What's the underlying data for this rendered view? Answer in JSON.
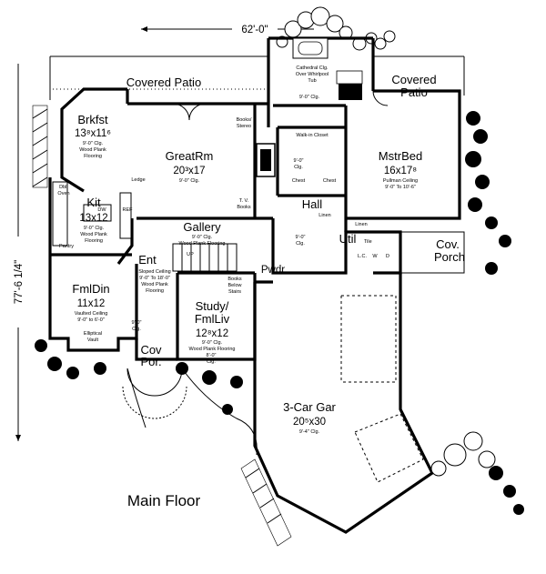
{
  "dimensions": {
    "width_total": "62'-0\"",
    "depth_total": "77'-6 1/4\""
  },
  "caption": "Main Floor",
  "rooms": {
    "covered_patio_left": {
      "name": "Covered Patio"
    },
    "covered_patio_right": {
      "name_line1": "Covered",
      "name_line2": "Patio"
    },
    "brkfst": {
      "name": "Brkfst",
      "size": "13⁸x11⁶",
      "note1": "9'-0\" Clg.",
      "note2": "Wood Plank",
      "note3": "Flooring"
    },
    "greatrm": {
      "name": "GreatRm",
      "size": "20³x17",
      "note1": "9'-0\" Clg."
    },
    "kit": {
      "name": "Kit",
      "size": "13x12",
      "note1": "9'-0\" Clg.",
      "note2": "Wood Plank",
      "note3": "Flooring"
    },
    "fmldin": {
      "name": "FmlDin",
      "size": "11x12",
      "note1": "Vaulted Ceiling",
      "note2": "9'-0\" to 6'-0\""
    },
    "mstrbed": {
      "name": "MstrBed",
      "size": "16x17⁸",
      "note1": "Pullman Ceiling",
      "note2": "9'-0\" To 10'-6\""
    },
    "gallery": {
      "name": "Gallery",
      "note1": "9'-0\" Clg.",
      "note2": "Wood Plank Flooring"
    },
    "hall": {
      "name": "Hall"
    },
    "util": {
      "name": "Util",
      "note1": "Tile"
    },
    "cov_porch": {
      "name_line1": "Cov.",
      "name_line2": "Porch"
    },
    "ent": {
      "name": "Ent",
      "note1": "Sloped Ceiling",
      "note2": "9'-0\" To 18'-0\"",
      "note3": "Wood Plank",
      "note4": "Flooring"
    },
    "study": {
      "name_line1": "Study/",
      "name_line2": "FmlLiv",
      "size": "12⁸x12",
      "note1": "9'-0\" Clg.",
      "note2": "Wood Plank Flooring"
    },
    "cov_por": {
      "name_line1": "Cov",
      "name_line2": "Por."
    },
    "pwdr": {
      "name": "Pwdr"
    },
    "garage": {
      "name": "3-Car Gar",
      "size": "20⁵x30",
      "note1": "9'-4\" Clg."
    }
  },
  "small_labels": {
    "cathedral": "Cathedral Clg.",
    "over_tub": "Over Whirlpool",
    "tub": "Tub",
    "bath_clg": "9'-0\" Clg.",
    "walkin": "Walk-in Closet",
    "closet_clg1": "9'-0\"",
    "closet_clg2": "Clg.",
    "chest1": "Chest",
    "chest2": "Chest",
    "books_stereo1": "Books/",
    "books_stereo2": "Stereo",
    "tv_books1": "T. V.",
    "tv_books2": "Books",
    "ledge": "Ledge",
    "dbl_oven1": "Dbl.",
    "dbl_oven2": "Oven",
    "pantry": "Pantry",
    "linen1": "Linen",
    "linen2": "Linen",
    "hall_clg1": "9'-0\"",
    "hall_clg2": "Clg.",
    "up": "UP",
    "books_below1": "Books",
    "books_below2": "Below",
    "books_below3": "Stairs",
    "elliptical1": "Elliptical",
    "elliptical2": "Vault",
    "ent_clg1": "9'-0\"",
    "ent_clg2": "Clg.",
    "bay_clg1": "8'-0\"",
    "bay_clg2": "Clg.",
    "lc": "L.C.",
    "w": "W",
    "d": "D",
    "ref": "REF",
    "dw": "DW"
  }
}
